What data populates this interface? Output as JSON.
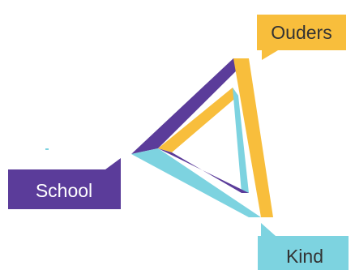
{
  "labels": {
    "top_right": "Ouders",
    "left": "School",
    "bottom_right": "Kind"
  },
  "colors": {
    "purple": "#5b3c9a",
    "yellow": "#f8be3c",
    "light_blue": "#7dd3e0",
    "label_text_on_purple": "#ffffff",
    "label_text_on_light": "#333333"
  }
}
